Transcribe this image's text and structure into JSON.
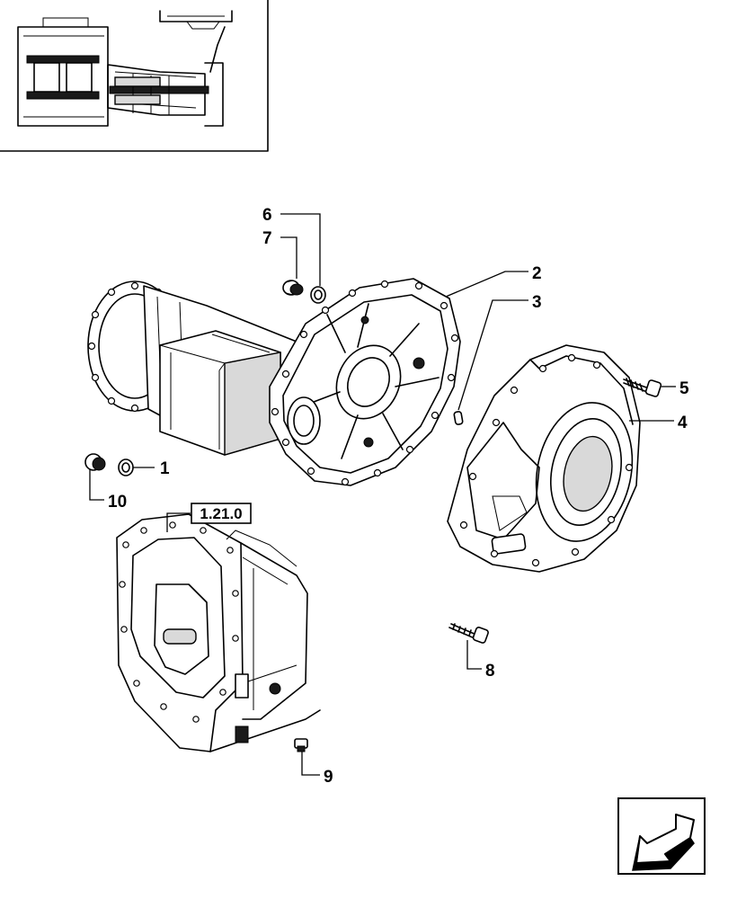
{
  "callouts": {
    "c1": "1",
    "c2": "2",
    "c3": "3",
    "c4": "4",
    "c5": "5",
    "c6": "6",
    "c7": "7",
    "c8": "8",
    "c9": "9",
    "c10": "10"
  },
  "reference": {
    "label": "1.21.0"
  },
  "icons": {
    "thumbnail": "assembly-location-thumbnail",
    "nav": "next-page-arrow-icon"
  }
}
